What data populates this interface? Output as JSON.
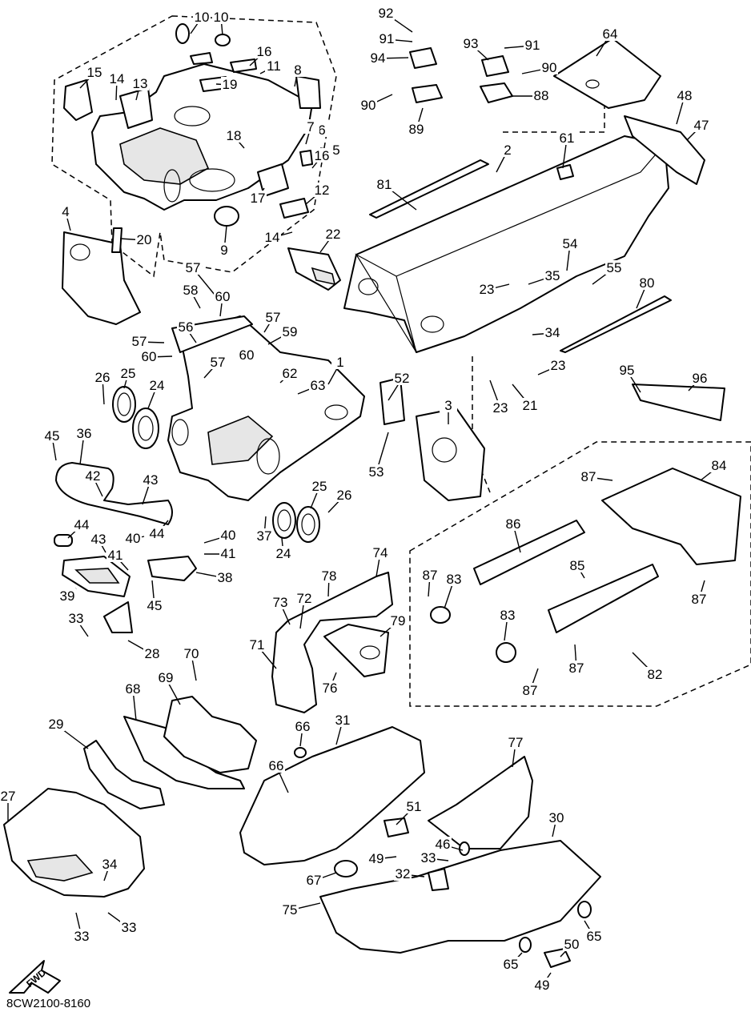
{
  "diagram_code": "8CW2100-8160",
  "fwd_label": "FWD",
  "callouts": [
    "1",
    "2",
    "3",
    "4",
    "5",
    "6",
    "7",
    "8",
    "9",
    "10",
    "11",
    "12",
    "13",
    "14",
    "15",
    "16",
    "17",
    "18",
    "19",
    "20",
    "21",
    "22",
    "23",
    "24",
    "25",
    "26",
    "27",
    "28",
    "29",
    "30",
    "31",
    "32",
    "33",
    "34",
    "35",
    "36",
    "37",
    "38",
    "39",
    "40",
    "41",
    "42",
    "43",
    "44",
    "45",
    "46",
    "47",
    "48",
    "49",
    "50",
    "51",
    "52",
    "53",
    "54",
    "55",
    "56",
    "57",
    "58",
    "59",
    "60",
    "61",
    "62",
    "63",
    "64",
    "65",
    "66",
    "67",
    "68",
    "69",
    "70",
    "71",
    "72",
    "73",
    "74",
    "75",
    "76",
    "77",
    "78",
    "79",
    "80",
    "81",
    "82",
    "83",
    "84",
    "85",
    "86",
    "87",
    "88",
    "89",
    "90",
    "91",
    "92",
    "93",
    "94",
    "95",
    "96"
  ]
}
